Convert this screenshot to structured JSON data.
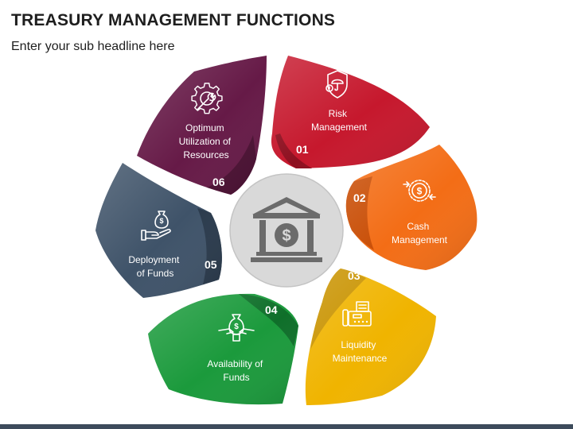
{
  "header": {
    "title": "TREASURY MANAGEMENT FUNCTIONS",
    "subtitle": "Enter your sub headline here"
  },
  "center": {
    "icon": "bank-dollar-icon"
  },
  "functions": [
    {
      "number": "01",
      "lines": [
        "Risk",
        "Management"
      ],
      "icon": "shield-umbrella-icon",
      "color": "#c6182d",
      "accent": "#8e1020"
    },
    {
      "number": "02",
      "lines": [
        "Cash",
        "Management"
      ],
      "icon": "dollar-cycle-icon",
      "color": "#f36d16",
      "accent": "#c94e06"
    },
    {
      "number": "03",
      "lines": [
        "Liquidity",
        "Maintenance"
      ],
      "icon": "fax-machine-icon",
      "color": "#f0b400",
      "accent": "#c99300"
    },
    {
      "number": "04",
      "lines": [
        "Availability of",
        "Funds"
      ],
      "icon": "money-bag-hands-icon",
      "color": "#1b9a3c",
      "accent": "#0f6f2a"
    },
    {
      "number": "05",
      "lines": [
        "Deployment",
        "of Funds"
      ],
      "icon": "hand-money-bag-icon",
      "color": "#3f5369",
      "accent": "#2a3a4c"
    },
    {
      "number": "06",
      "lines": [
        "Optimum",
        "Utilization of",
        "Resources"
      ],
      "icon": "gear-wrench-icon",
      "color": "#661a47",
      "accent": "#4a0f32"
    }
  ]
}
